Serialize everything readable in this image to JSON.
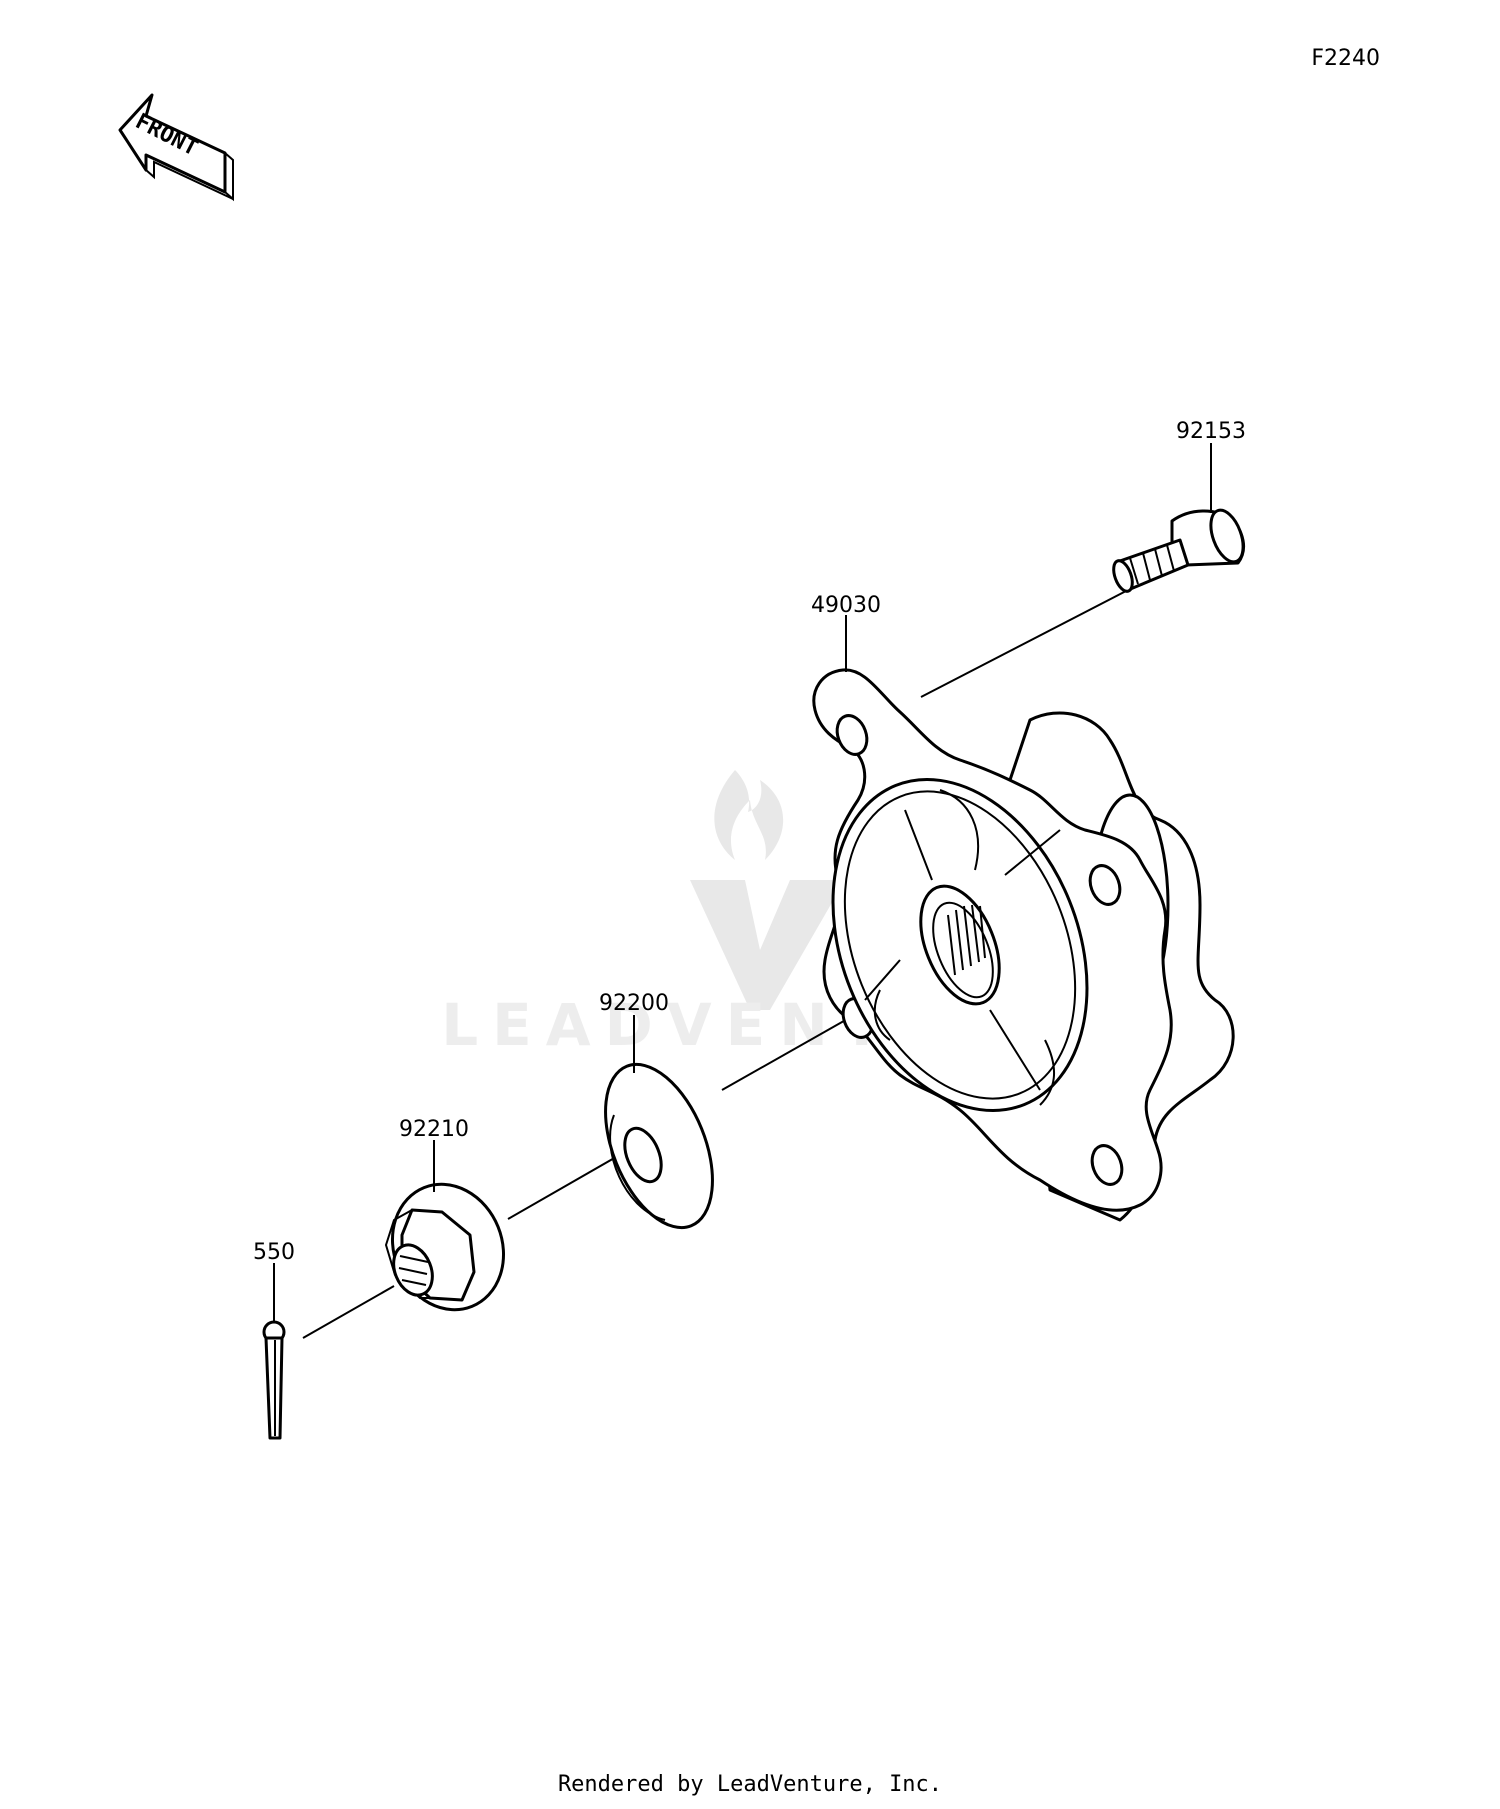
{
  "figure_code": "F2240",
  "front_arrow_label": "FRONT",
  "watermark_text": "LEADVENTURE",
  "footer_text": "Rendered by LeadVenture, Inc.",
  "parts": [
    {
      "ref": "92153",
      "name": "bolt"
    },
    {
      "ref": "49030",
      "name": "hub"
    },
    {
      "ref": "92200",
      "name": "washer"
    },
    {
      "ref": "92210",
      "name": "nut"
    },
    {
      "ref": "550",
      "name": "cotter-pin"
    }
  ]
}
